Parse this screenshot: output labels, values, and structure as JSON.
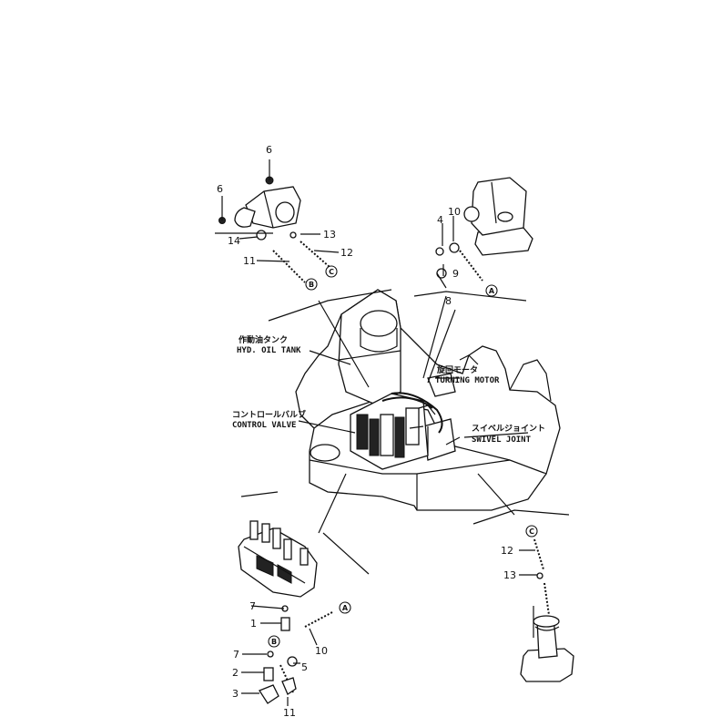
{
  "labels": {
    "oil_tank_jp": "作動油タンク",
    "oil_tank_en": "HYD. OIL TANK",
    "turning_motor_jp": "旋回モータ",
    "turning_motor_en": "TURNING MOTOR",
    "control_valve_jp": "コントロールバルブ",
    "control_valve_en": "CONTROL VALVE",
    "swivel_joint_jp": "スイベルジョイント",
    "swivel_joint_en": "SWIVEL JOINT"
  },
  "callouts": {
    "c1": "6",
    "c2": "6",
    "c3": "14",
    "c4": "13",
    "c5": "12",
    "c6": "11",
    "c7": "10",
    "c8": "4",
    "c9": "9",
    "c10": "8",
    "c11": "12",
    "c12": "13",
    "c13": "7",
    "c14": "1",
    "c15": "7",
    "c16": "2",
    "c17": "3",
    "c18": "10",
    "c19": "5",
    "c20": "11"
  },
  "connectors": {
    "a1": "A",
    "a2": "A",
    "b1": "B",
    "b2": "B",
    "cc1": "C",
    "cc2": "C"
  }
}
